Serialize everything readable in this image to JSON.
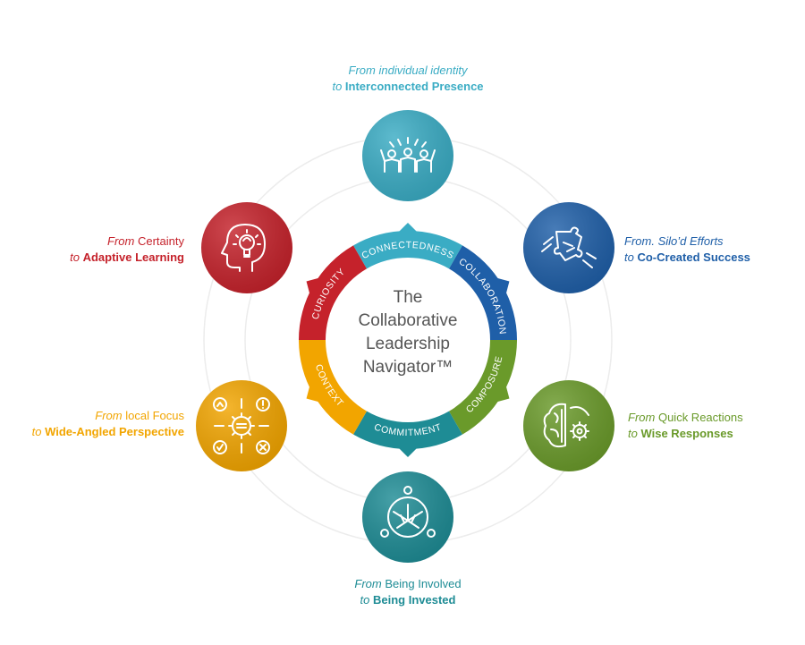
{
  "center": {
    "line1": "The",
    "line2": "Collaborative",
    "line3": "Leadership",
    "line4": "Navigator™"
  },
  "ring_segments": [
    "CONNECTEDNESS",
    "COLLABORATION",
    "COMPOSURE",
    "COMMITMENT",
    "CONTEXT",
    "CURIOSITY"
  ],
  "nodes": [
    {
      "id": "connectedness",
      "icon": "team-celebration-icon",
      "color": "#3aacc4",
      "from_word": "From",
      "from_text": "individual identity",
      "from_italic_all": true,
      "to_word": "to",
      "to_text": "Interconnected Presence"
    },
    {
      "id": "collaboration",
      "icon": "puzzle-hands-icon",
      "color": "#1f5fa8",
      "from_word": "From.",
      "from_text": "Silo’d Efforts",
      "from_italic_all": true,
      "to_word": "to",
      "to_text": "Co-Created Success"
    },
    {
      "id": "composure",
      "icon": "brain-gear-icon",
      "color": "#6a9a2a",
      "from_word": "From",
      "from_text": "Quick Reactions",
      "from_italic_all": false,
      "to_word": "to",
      "to_text": "Wise Responses"
    },
    {
      "id": "commitment",
      "icon": "hands-together-icon",
      "color": "#1e8c95",
      "from_word": "From",
      "from_text": "Being Involved",
      "from_italic_all": false,
      "to_word": "to",
      "to_text": "Being Invested"
    },
    {
      "id": "context",
      "icon": "gear-focus-icon",
      "color": "#f2a500",
      "from_word": "From",
      "from_text": "local Focus",
      "from_italic_all": false,
      "to_word": "to",
      "to_text": "Wide-Angled Perspective"
    },
    {
      "id": "curiosity",
      "icon": "head-lightbulb-icon",
      "color": "#c5222b",
      "from_word": "From",
      "from_text": "Certainty",
      "from_italic_all": false,
      "to_word": "to",
      "to_text": "Adaptive Learning"
    }
  ],
  "colors": {
    "ring_line": "#e9e9e9",
    "center_text": "#555555",
    "segment_text": "#ffffff"
  }
}
